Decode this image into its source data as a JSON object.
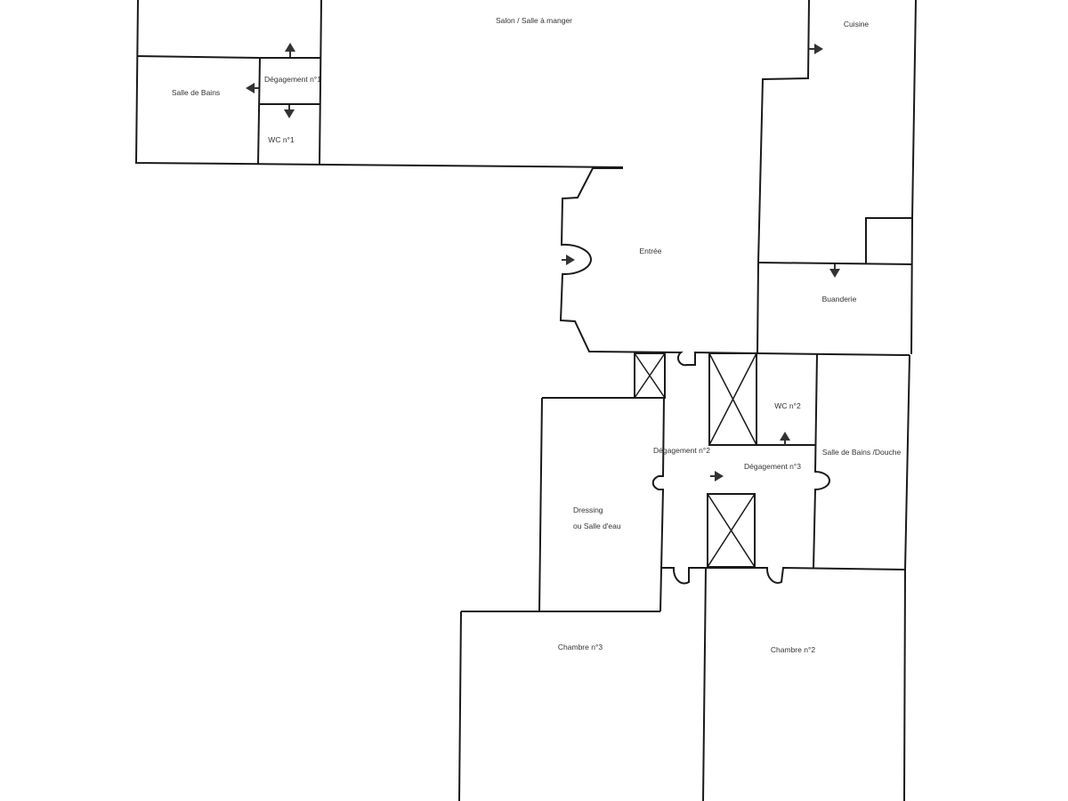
{
  "rooms": {
    "salon": "Salon / Salle à manger",
    "cuisine": "Cuisine",
    "salle_de_bains_1": "Salle de Bains",
    "degagement_1": "Dégagement n°1",
    "wc_1": "WC n°1",
    "entree": "Entrée",
    "buanderie": "Buanderie",
    "wc_2": "WC n°2",
    "degagement_2": "Dégagement n°2",
    "degagement_3": "Dégagement n°3",
    "salle_de_bains_douche": "Salle de Bains /Douche",
    "dressing_line1": "Dressing",
    "dressing_line2": "ou Salle d'eau",
    "chambre_3": "Chambre n°3",
    "chambre_2": "Chambre n°2"
  },
  "colors": {
    "wall": "#1a1a1a",
    "background": "#ffffff"
  }
}
